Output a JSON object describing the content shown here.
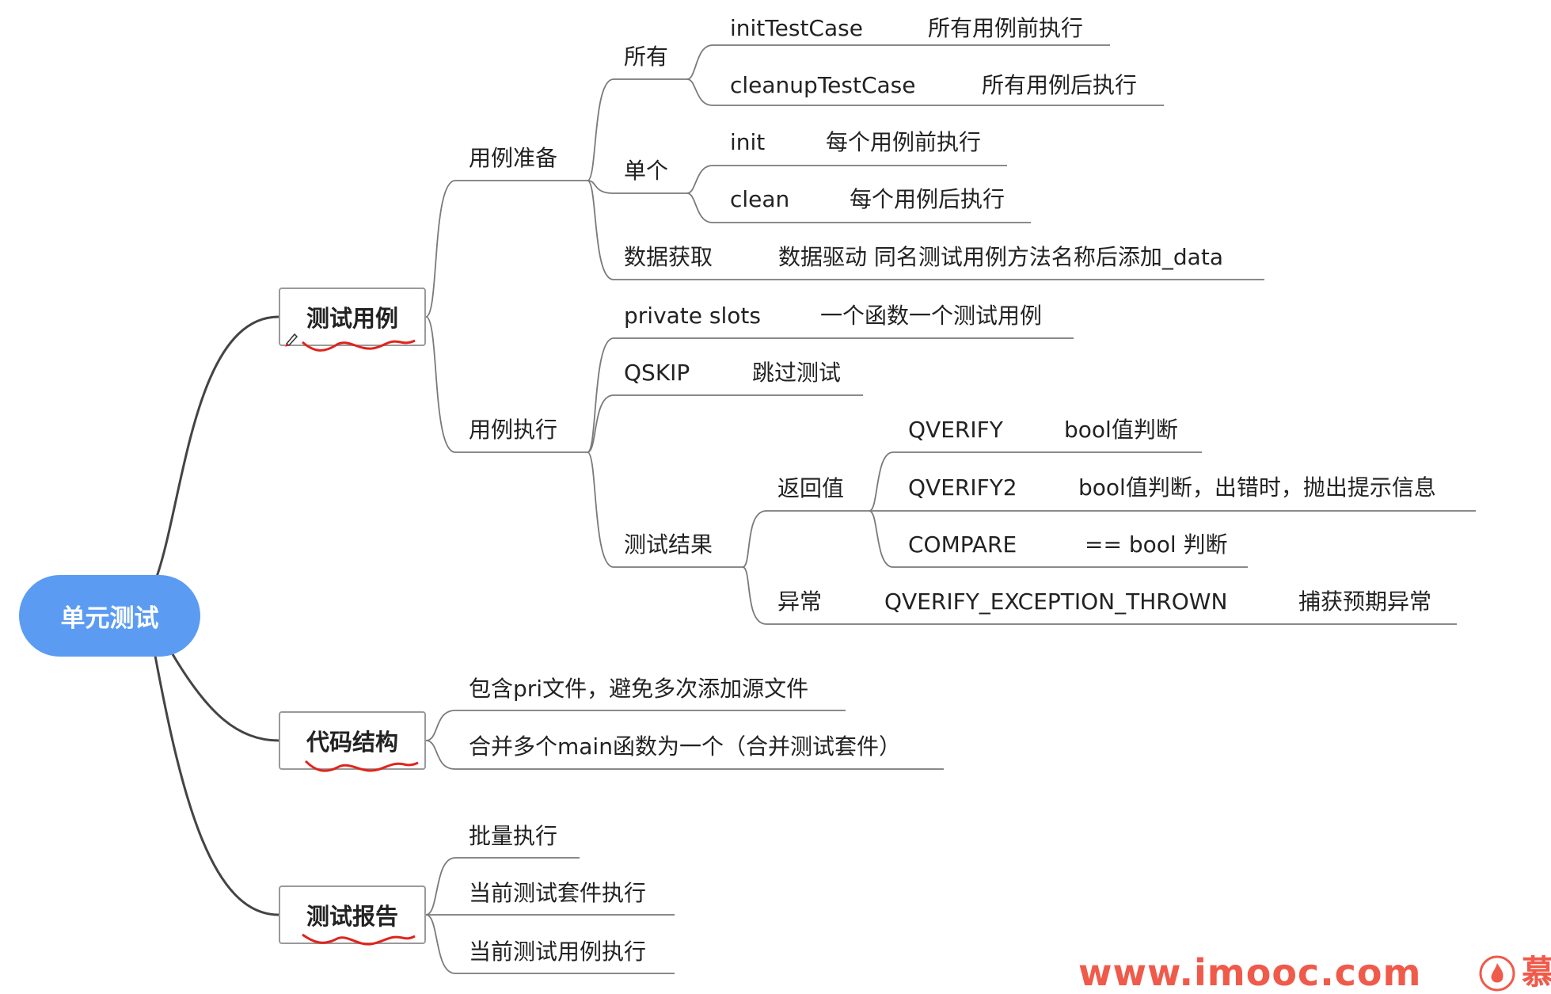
{
  "root": {
    "label": "单元测试"
  },
  "branches": {
    "test_case": {
      "label": "测试用例",
      "prepare": {
        "label": "用例准备",
        "all": {
          "label": "所有",
          "items": [
            {
              "name": "initTestCase",
              "desc": "所有用例前执行"
            },
            {
              "name": "cleanupTestCase",
              "desc": "所有用例后执行"
            }
          ]
        },
        "single": {
          "label": "单个",
          "items": [
            {
              "name": "init",
              "desc": "每个用例前执行"
            },
            {
              "name": "clean",
              "desc": "每个用例后执行"
            }
          ]
        },
        "data_fetch": {
          "label": "数据获取",
          "desc": "数据驱动 同名测试用例方法名称后添加_data"
        }
      },
      "execute": {
        "label": "用例执行",
        "private_slots": {
          "name": "private slots",
          "desc": "一个函数一个测试用例"
        },
        "qskip": {
          "name": "QSKIP",
          "desc": "跳过测试"
        },
        "result": {
          "label": "测试结果",
          "return_value": {
            "label": "返回值",
            "items": [
              {
                "name": "QVERIFY",
                "desc": "bool值判断"
              },
              {
                "name": "QVERIFY2",
                "desc": "bool值判断，出错时，抛出提示信息"
              },
              {
                "name": "COMPARE",
                "desc": "== bool 判断"
              }
            ]
          },
          "exception": {
            "label": "异常",
            "name": "QVERIFY_EXCEPTION_THROWN",
            "desc": "捕获预期异常"
          }
        }
      }
    },
    "code_structure": {
      "label": "代码结构",
      "items": [
        "包含pri文件，避免多次添加源文件",
        "合并多个main函数为一个（合并测试套件）"
      ]
    },
    "test_report": {
      "label": "测试报告",
      "items": [
        "批量执行",
        "当前测试套件执行",
        "当前测试用例执行"
      ]
    }
  },
  "watermark": {
    "text": "www.imooc.com",
    "brand": "慕"
  },
  "colors": {
    "root_fill": "#5b9cf2",
    "line": "#6e6e6e",
    "annotation": "#e0241b",
    "watermark": "#f05a4a"
  },
  "icons": {
    "pen_cursor": "pen-cursor-icon",
    "brand_logo": "flame-logo-icon"
  }
}
